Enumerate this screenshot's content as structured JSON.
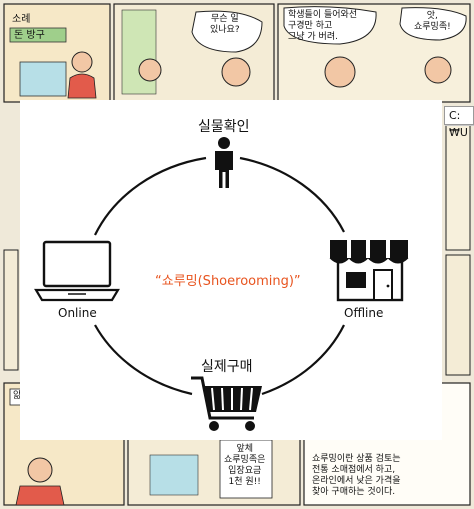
{
  "comic": {
    "top_left_sign_line1": "소례",
    "top_left_sign_line2": "돈 방구",
    "bubble_1": "무슨 일\n있나요?",
    "bubble_2": "학생들이 들어와선\n구경만 하고\n그냥 가 버려.",
    "bubble_3": "앗,\n쇼루밍족!",
    "bottom_left_sign": "앎",
    "bubble_4": "앞체\n쇼루밍족은\n입장요금\n1천 원!!",
    "bubble_5": "쇼루밍이란 상품 검토는\n전통 소매점에서 하고,\n온라인에서 낮은 가격을\n찾아 구매하는 것이다."
  },
  "diagram": {
    "title": "“쇼루밍(Shoerooming)”",
    "top_label": "실물확인",
    "left_label": "Online",
    "right_label": "Offline",
    "bottom_label": "실제구매",
    "accent_color": "#e8541f",
    "icons": [
      "person-icon",
      "laptop-icon",
      "store-icon",
      "shopping-cart-icon"
    ]
  },
  "tooltip": {
    "text": "C:₩U"
  }
}
